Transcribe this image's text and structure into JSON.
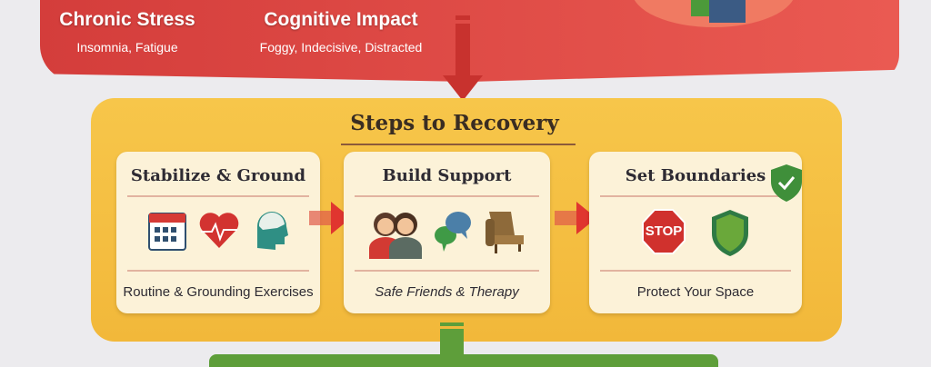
{
  "top_panel": {
    "items": [
      {
        "title": "Chronic Stress",
        "subtitle": "Insomnia, Fatigue"
      },
      {
        "title": "Cognitive Impact",
        "subtitle": "Foggy, Indecisive, Distracted"
      }
    ]
  },
  "recovery": {
    "title": "Steps to Recovery",
    "steps": [
      {
        "title": "Stabilize & Ground",
        "caption": "Routine & Grounding Exercises",
        "icons": [
          "calendar-icon",
          "heartbeat-icon",
          "head-icon"
        ]
      },
      {
        "title": "Build Support",
        "caption": "Safe Friends & Therapy",
        "icons": [
          "people-icon",
          "chat-bubbles-icon",
          "couch-icon"
        ]
      },
      {
        "title": "Set Boundaries",
        "caption": "Protect Your Space",
        "icons": [
          "stop-sign-icon",
          "shield-icon",
          "shield-check-icon"
        ]
      }
    ],
    "stop_label": "STOP"
  },
  "colors": {
    "red": "#d43d3b",
    "yellow": "#f5c044",
    "green": "#5e9e3a",
    "card": "#fcf2d8"
  }
}
